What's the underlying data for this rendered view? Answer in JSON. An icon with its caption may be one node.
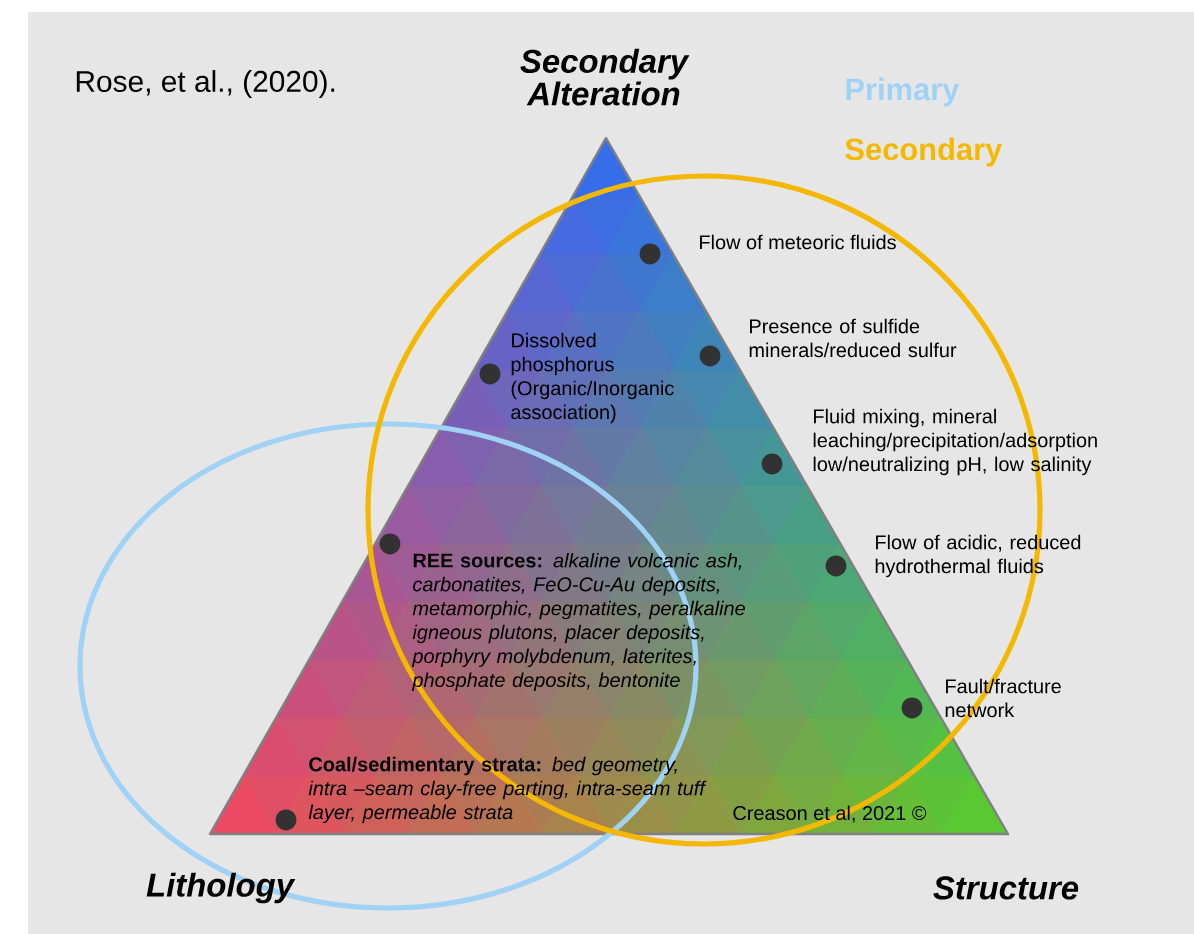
{
  "diagram": {
    "labels": [
      "Rose, et al., (2020).",
      "Secondary Alteration",
      "Flow of meteoric fluids",
      "Presence of sulfide minerals/reduced sulfur",
      "Dissolved phosphorus (Organic/Inorganic association)",
      "Fluid mixing, mineral leaching/precipitation/adsorption low/neutralizing pH, low salinity",
      "**REE sources:** *alkaline volcanic ash, carbonatites, FeO-Cu-Au deposits, metamorphic, pegmatites, peralkaline igneous plutons, placer deposits, porphyry molybdenum, laterites, phosphate deposits, bentonite*",
      "Flow of acidic, reduced hydrothermal fluids",
      "Fault/fracture network",
      "**Coal/sedimentary strata:** *bed geometry, intra –seam clay-free parting, intra-seam tuff layer, permeable strata*",
      "Creason et al, 2021 ©",
      "Lithology",
      "Structure"
    ],
    "legend": [
      {
        "text": "Primary",
        "color": "#9fd2f5"
      },
      {
        "text": "Secondary",
        "color": "#f5b800"
      }
    ]
  }
}
